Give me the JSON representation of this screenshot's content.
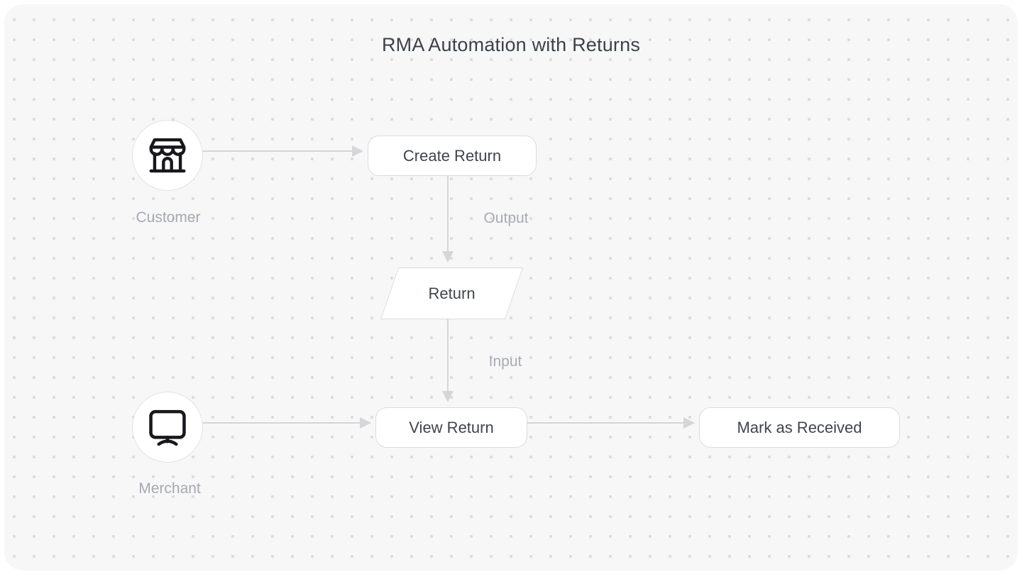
{
  "title": "RMA Automation with Returns",
  "diagram": {
    "actors": [
      {
        "id": "customer",
        "label": "Customer",
        "icon": "storefront-icon"
      },
      {
        "id": "merchant",
        "label": "Merchant",
        "icon": "monitor-icon"
      }
    ],
    "nodes": [
      {
        "id": "create-return",
        "label": "Create Return",
        "shape": "rounded-rect"
      },
      {
        "id": "return",
        "label": "Return",
        "shape": "parallelogram"
      },
      {
        "id": "view-return",
        "label": "View Return",
        "shape": "rounded-rect"
      },
      {
        "id": "mark-as-received",
        "label": "Mark as Received",
        "shape": "rounded-rect"
      }
    ],
    "edges": [
      {
        "from": "customer",
        "to": "create-return",
        "label": ""
      },
      {
        "from": "create-return",
        "to": "return",
        "label": "Output"
      },
      {
        "from": "return",
        "to": "view-return",
        "label": "Input"
      },
      {
        "from": "merchant",
        "to": "view-return",
        "label": ""
      },
      {
        "from": "view-return",
        "to": "mark-as-received",
        "label": ""
      }
    ]
  },
  "colors": {
    "page_background": "#ffffff",
    "canvas_background": "#f7f7f8",
    "dot": "#dcdcdf",
    "node_background": "#ffffff",
    "node_border": "#dcdce1",
    "node_text": "#40444c",
    "edge": "#d5d5da",
    "edge_label": "#a9abb4",
    "actor_label": "#a7a9b1",
    "actor_border": "#e3e3e7",
    "icon_stroke": "#17171c",
    "title_text": "#3c414b"
  }
}
